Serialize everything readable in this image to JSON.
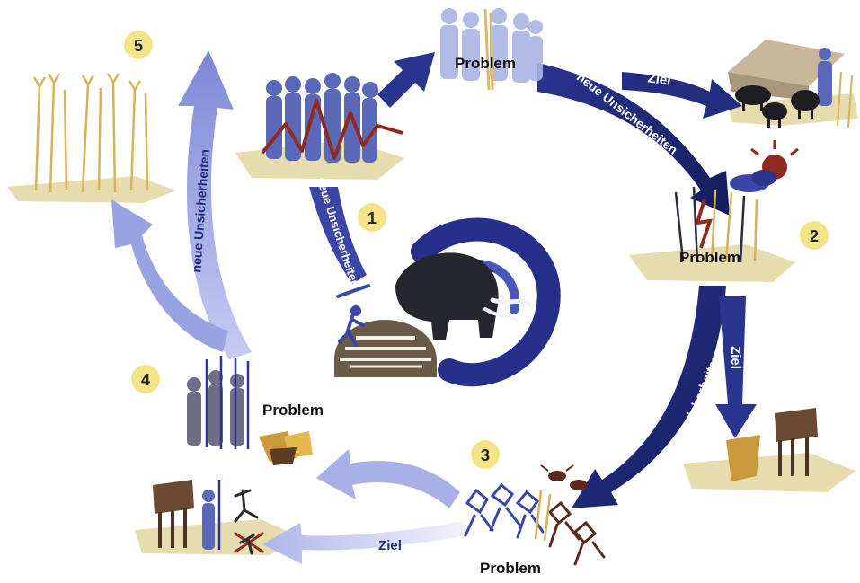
{
  "steps": [
    "1",
    "2",
    "3",
    "4",
    "5"
  ],
  "labels": {
    "problem": "Problem",
    "goal": "Ziel",
    "uncertainty": "neue Unsicherheiten"
  },
  "colors": {
    "arrow_dark": "#1e2a78",
    "arrow_mid": "#3b47a8",
    "arrow_light": "#9ea6e6",
    "ground": "#e6dcae",
    "badge": "#f3e48a",
    "people": "#5a68b8",
    "people_light": "#a9b4e4",
    "mammoth": "#26262e",
    "rust": "#8e2a1f",
    "grain": "#d6b25a"
  },
  "icons": [
    "mammoth-icon",
    "hut-icon",
    "people-group-icon",
    "grain-field-icon",
    "barn-icon",
    "livestock-icon",
    "storm-icon",
    "stilt-house-icon",
    "pot-icon",
    "warriors-icon",
    "insect-icon",
    "figures-icon"
  ]
}
